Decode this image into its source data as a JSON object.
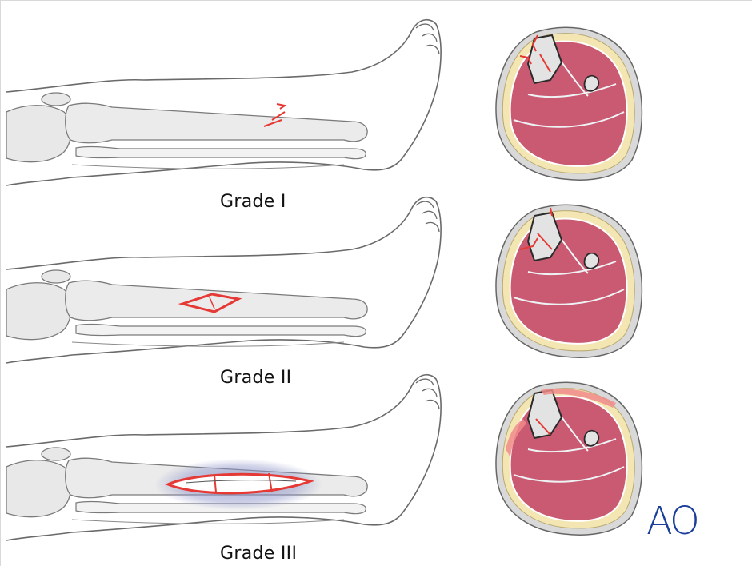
{
  "grades": [
    {
      "label": "Grade I"
    },
    {
      "label": "Grade II"
    },
    {
      "label": "Grade III"
    }
  ],
  "logo": {
    "text": "AO"
  },
  "colors": {
    "wound": "#e53935",
    "muscle": "#c95a72",
    "fat": "#f3e6b3",
    "bone": "#e6e6e6",
    "outline": "#555555",
    "bruise": "#8c93c8",
    "logo": "#1a3e9a"
  }
}
